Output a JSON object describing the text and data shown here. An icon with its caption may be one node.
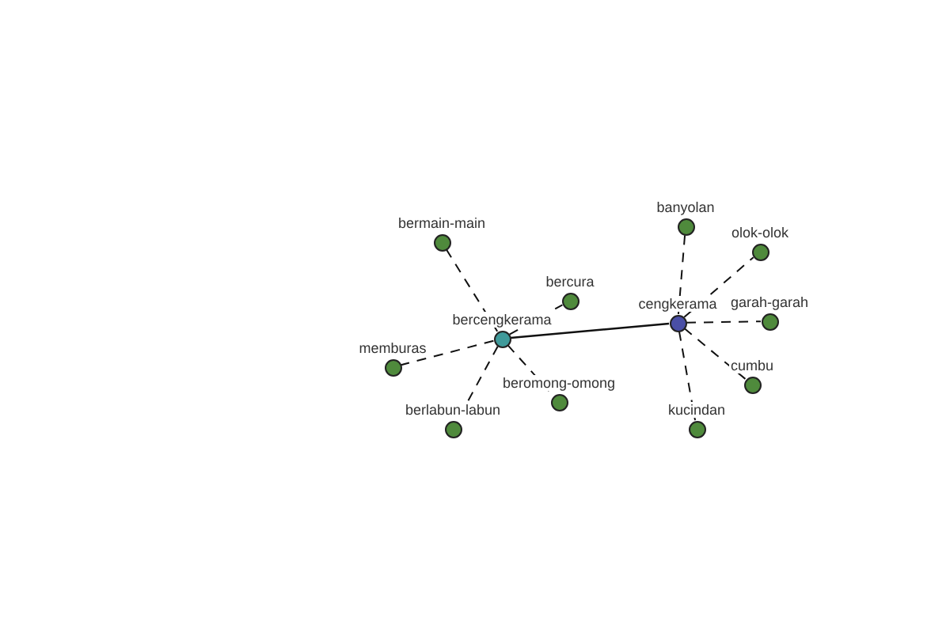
{
  "diagram": {
    "nodes": [
      {
        "text": [],
        "shape": "circle",
        "beside": [
          "bercengkerama"
        ]
      },
      {
        "text": [],
        "shape": "circle",
        "beside": [
          "cengkerama"
        ]
      },
      {
        "text": [],
        "shape": "circle",
        "beside": [
          "bermain-main"
        ]
      },
      {
        "text": [],
        "shape": "circle",
        "beside": [
          "bercura"
        ]
      },
      {
        "text": [],
        "shape": "circle",
        "beside": [
          "memburas"
        ]
      },
      {
        "text": [],
        "shape": "circle",
        "beside": [
          "beromong-omong"
        ]
      },
      {
        "text": [],
        "shape": "circle",
        "beside": [
          "berlabun-labun"
        ]
      },
      {
        "text": [],
        "shape": "circle",
        "beside": [
          "banyolan"
        ]
      },
      {
        "text": [],
        "shape": "circle",
        "beside": [
          "olok-olok"
        ]
      },
      {
        "text": [],
        "shape": "circle",
        "beside": [
          "garah-garah"
        ]
      },
      {
        "text": [],
        "shape": "circle",
        "beside": [
          "cumbu"
        ]
      },
      {
        "text": [],
        "shape": "circle",
        "beside": [
          "kucindan"
        ]
      }
    ],
    "edges": [
      {
        "from": 0,
        "to": 1,
        "arrow": "none"
      },
      {
        "from": 0,
        "to": 2,
        "arrow": "none",
        "style": "dashed"
      },
      {
        "from": 0,
        "to": 3,
        "arrow": "none",
        "style": "dashed"
      },
      {
        "from": 0,
        "to": 4,
        "arrow": "none",
        "style": "dashed"
      },
      {
        "from": 0,
        "to": 5,
        "arrow": "none",
        "style": "dashed"
      },
      {
        "from": 0,
        "to": 6,
        "arrow": "none",
        "style": "dashed"
      },
      {
        "from": 1,
        "to": 7,
        "arrow": "none",
        "style": "dashed"
      },
      {
        "from": 1,
        "to": 8,
        "arrow": "none",
        "style": "dashed"
      },
      {
        "from": 1,
        "to": 9,
        "arrow": "none",
        "style": "dashed"
      },
      {
        "from": 1,
        "to": 10,
        "arrow": "none",
        "style": "dashed"
      },
      {
        "from": 1,
        "to": 11,
        "arrow": "none",
        "style": "dashed"
      }
    ]
  }
}
